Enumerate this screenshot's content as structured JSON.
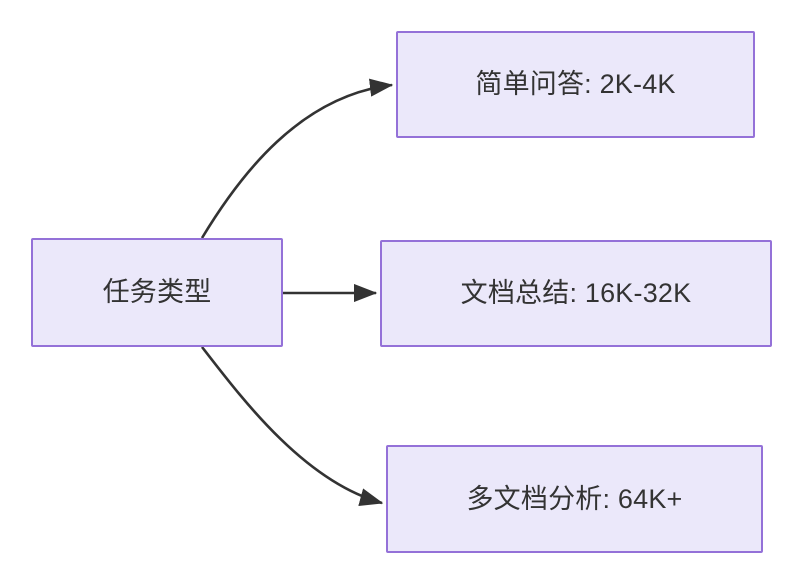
{
  "diagram": {
    "type": "flowchart",
    "direction": "left-to-right",
    "background_color": "#ffffff",
    "node_fill_color": "#ebe8fa",
    "node_border_color": "#9471d8",
    "node_text_color": "#333333",
    "edge_color": "#333333",
    "nodes": [
      {
        "id": "root",
        "label": "任务类型"
      },
      {
        "id": "simple_qa",
        "label": "简单问答: 2K-4K"
      },
      {
        "id": "doc_summary",
        "label": "文档总结: 16K-32K"
      },
      {
        "id": "multi_doc",
        "label": "多文档分析: 64K+"
      }
    ],
    "edges": [
      {
        "from": "root",
        "to": "simple_qa",
        "label": "",
        "style": "curved-arrow"
      },
      {
        "from": "root",
        "to": "doc_summary",
        "label": "",
        "style": "straight-arrow"
      },
      {
        "from": "root",
        "to": "multi_doc",
        "label": "",
        "style": "curved-arrow"
      }
    ]
  }
}
